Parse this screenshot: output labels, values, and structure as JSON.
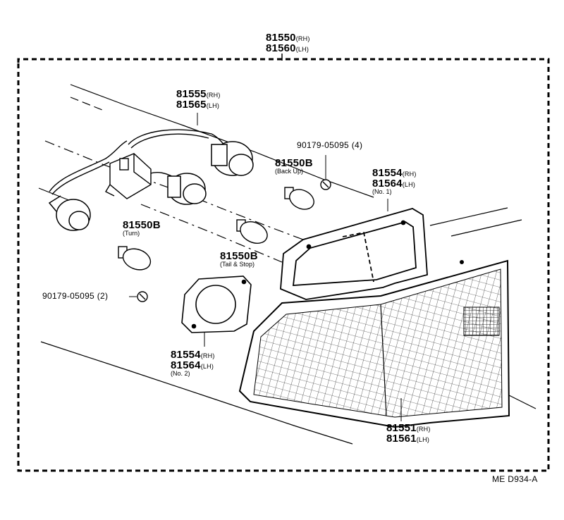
{
  "assembly": {
    "rh": "81550",
    "rh_suffix": "(RH)",
    "lh": "81560",
    "lh_suffix": "(LH)"
  },
  "socket_wire": {
    "rh": "81555",
    "rh_suffix": "(RH)",
    "lh": "81565",
    "lh_suffix": "(LH)"
  },
  "screw_a": {
    "part": "90179-05095",
    "qty": "(4)"
  },
  "bulb_back_up": {
    "part": "81550B",
    "note": "(Back Up)"
  },
  "gasket_no1": {
    "rh": "81554",
    "rh_suffix": "(RH)",
    "lh": "81564",
    "lh_suffix": "(LH)",
    "note": "(No. 1)"
  },
  "bulb_turn": {
    "part": "81550B",
    "note": "(Turn)"
  },
  "bulb_tail_stop": {
    "part": "81550B",
    "note": "(Tail & Stop)"
  },
  "screw_b": {
    "part": "90179-05095",
    "qty": "(2)"
  },
  "gasket_no2": {
    "rh": "81554",
    "rh_suffix": "(RH)",
    "lh": "81564",
    "lh_suffix": "(LH)",
    "note": "(No. 2)"
  },
  "lens": {
    "rh": "81551",
    "rh_suffix": "(RH)",
    "lh": "81561",
    "lh_suffix": "(LH)"
  },
  "figure_code": "ME D934-A"
}
